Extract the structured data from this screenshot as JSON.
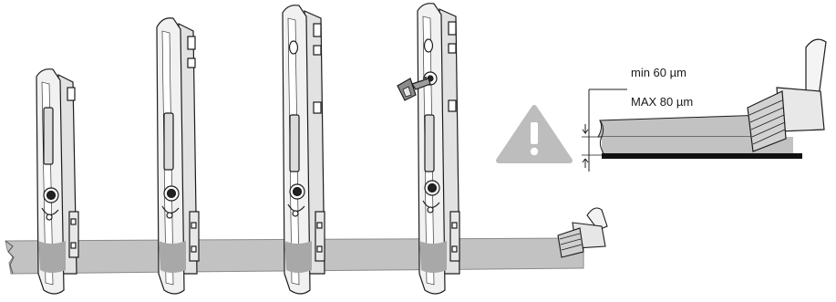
{
  "thickness": {
    "min_label": "min 60 µm",
    "max_label": "MAX 80 µm"
  },
  "handles": {
    "count": 4,
    "variants": [
      "plain-short",
      "plain-tall",
      "cylinder-lock",
      "key-lock"
    ]
  },
  "icons": {
    "warning": "warning-triangle-icon",
    "brush": "paint-brush-icon",
    "key": "key-icon"
  },
  "colors": {
    "coating_band": "#c2c2c2",
    "coating_band_edge": "#a8a8a8",
    "handle_outline": "#1c1c1c",
    "handle_body": "#f1f1f1",
    "warning_gray": "#bdbdbd",
    "substrate": "#111111"
  }
}
